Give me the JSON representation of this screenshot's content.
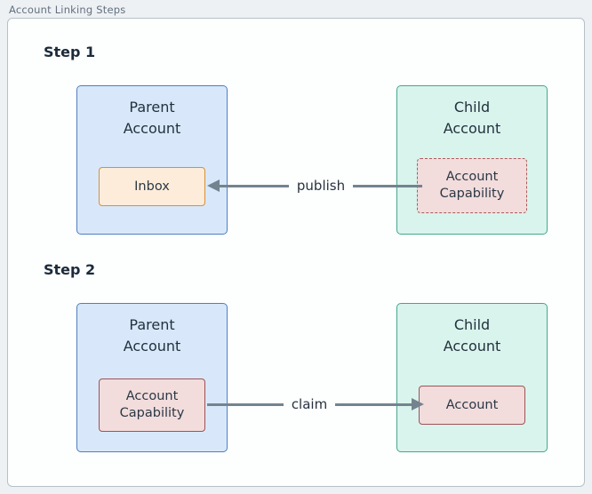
{
  "diagram": {
    "title": "Account Linking Steps",
    "steps": [
      {
        "label": "Step 1",
        "parent": {
          "title": "Parent Account",
          "inner_box": "Inbox"
        },
        "child": {
          "title": "Child Account",
          "inner_box": "Account Capability"
        },
        "arrow": {
          "label": "publish",
          "direction": "right-to-left"
        }
      },
      {
        "label": "Step 2",
        "parent": {
          "title": "Parent Account",
          "inner_box": "Account Capability"
        },
        "child": {
          "title": "Child Account",
          "inner_box": "Account"
        },
        "arrow": {
          "label": "claim",
          "direction": "left-to-right"
        }
      }
    ],
    "colors": {
      "page_background": "#edf1f4",
      "panel_background": "#fdfefe",
      "panel_border": "#b7c0c8",
      "parent_fill": "#d8e8fa",
      "parent_border": "#4d7fc0",
      "child_fill": "#d9f4ec",
      "child_border": "#43a78c",
      "inbox_fill": "#fcecd9",
      "inbox_border": "#d78f3c",
      "capability_fill": "#f2dcdc",
      "capability_border_dashed": "#a85b5e",
      "capability_border_solid": "#9f5257",
      "arrow": "#74838f",
      "heading_text": "#1c2b3a"
    }
  }
}
